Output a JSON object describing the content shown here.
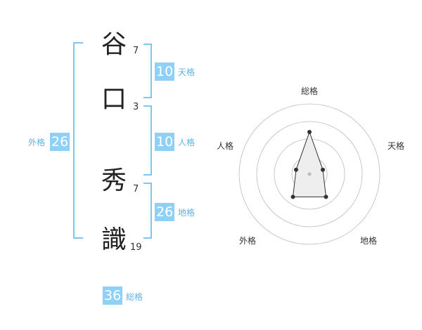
{
  "name": {
    "chars": [
      {
        "char": "谷",
        "strokes": "7"
      },
      {
        "char": "口",
        "strokes": "3"
      },
      {
        "char": "秀",
        "strokes": "7"
      },
      {
        "char": "識",
        "strokes": "19"
      }
    ]
  },
  "fortunes": {
    "tenkaku": {
      "value": "10",
      "label": "天格"
    },
    "jinkaku": {
      "value": "10",
      "label": "人格"
    },
    "chikaku": {
      "value": "26",
      "label": "地格"
    },
    "gaikaku": {
      "value": "26",
      "label": "外格"
    },
    "soukaku": {
      "value": "36",
      "label": "総格"
    }
  },
  "chart_data": {
    "type": "radar",
    "axes": [
      "総格",
      "天格",
      "地格",
      "外格",
      "人格"
    ],
    "values": [
      3,
      1,
      2,
      2,
      1
    ],
    "rmax": 5,
    "rings": 4,
    "colors": {
      "ring": "#bbbbbb",
      "fill": "#eeeeee",
      "stroke": "#333333"
    }
  }
}
